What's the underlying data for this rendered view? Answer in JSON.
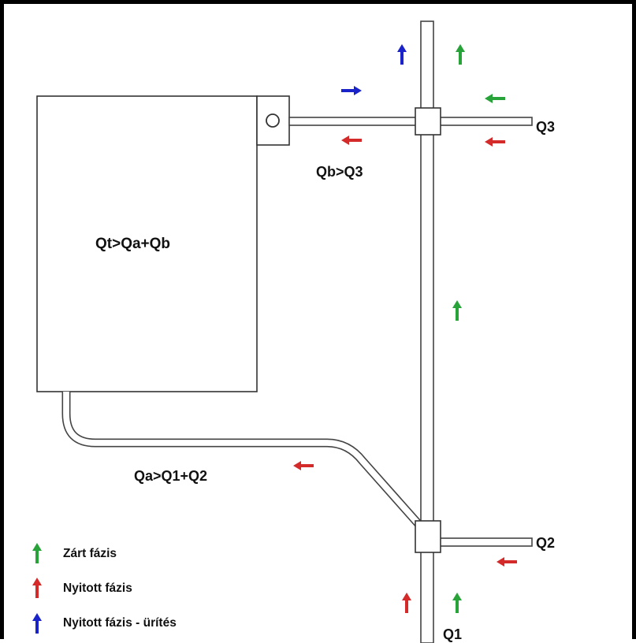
{
  "labels": {
    "tank": "Qt>Qa+Qb",
    "branch_top": "Qb>Q3",
    "branch_bottom": "Qa>Q1+Q2",
    "q1": "Q1",
    "q2": "Q2",
    "q3": "Q3"
  },
  "legend": [
    {
      "label": "Zárt fázis",
      "color": "#27a33a"
    },
    {
      "label": "Nyitott fázis",
      "color": "#d42a2a"
    },
    {
      "label": "Nyitott fázis - ürítés",
      "color": "#1a23c9"
    }
  ],
  "colors": {
    "closed": "#27a33a",
    "open": "#d42a2a",
    "drain": "#1a23c9"
  }
}
